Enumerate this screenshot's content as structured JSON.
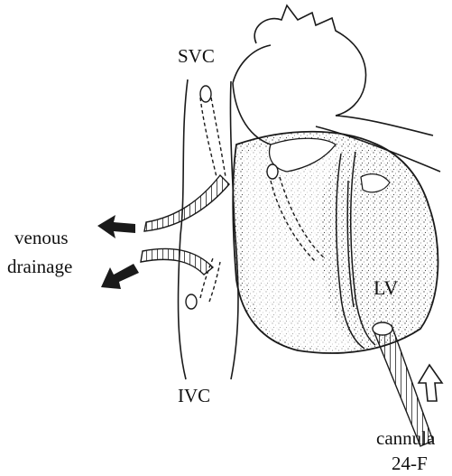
{
  "labels": {
    "svc": "SVC",
    "ivc": "IVC",
    "lv": "LV",
    "venous_line1": "venous",
    "venous_line2": "drainage",
    "cannula_line1": "cannula",
    "cannula_line2": "24-F"
  },
  "colors": {
    "line": "#1a1a1a",
    "stipple": "#555555",
    "background": "#ffffff"
  },
  "icons": {
    "drainage_arrows": "solid-arrow-left",
    "cannula_pointer": "hollow-arrow-up"
  }
}
